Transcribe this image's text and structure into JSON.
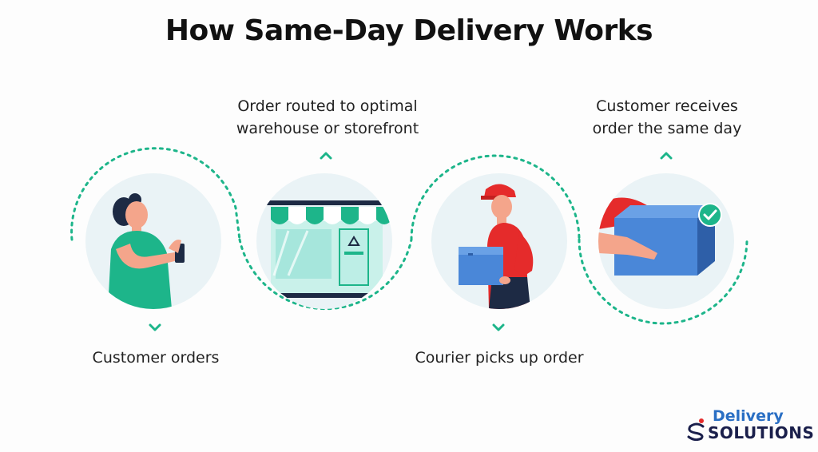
{
  "title": "How Same-Day Delivery Works",
  "steps": [
    {
      "label": "Customer orders",
      "icon": "woman-ordering-on-phone"
    },
    {
      "label_line1": "Order routed to optimal",
      "label_line2": "warehouse or storefront",
      "icon": "storefront"
    },
    {
      "label": "Courier picks up order",
      "icon": "courier-with-box"
    },
    {
      "label_line1": "Customer receives",
      "label_line2": "order the same day",
      "icon": "package-handoff"
    }
  ],
  "logo": {
    "line1": "Delivery",
    "line2": "SOLUTIONS"
  },
  "colors": {
    "accent": "#1db58a",
    "circle": "#eaf3f6",
    "brand_blue": "#2a6fc4",
    "navy": "#1a1f4b"
  }
}
